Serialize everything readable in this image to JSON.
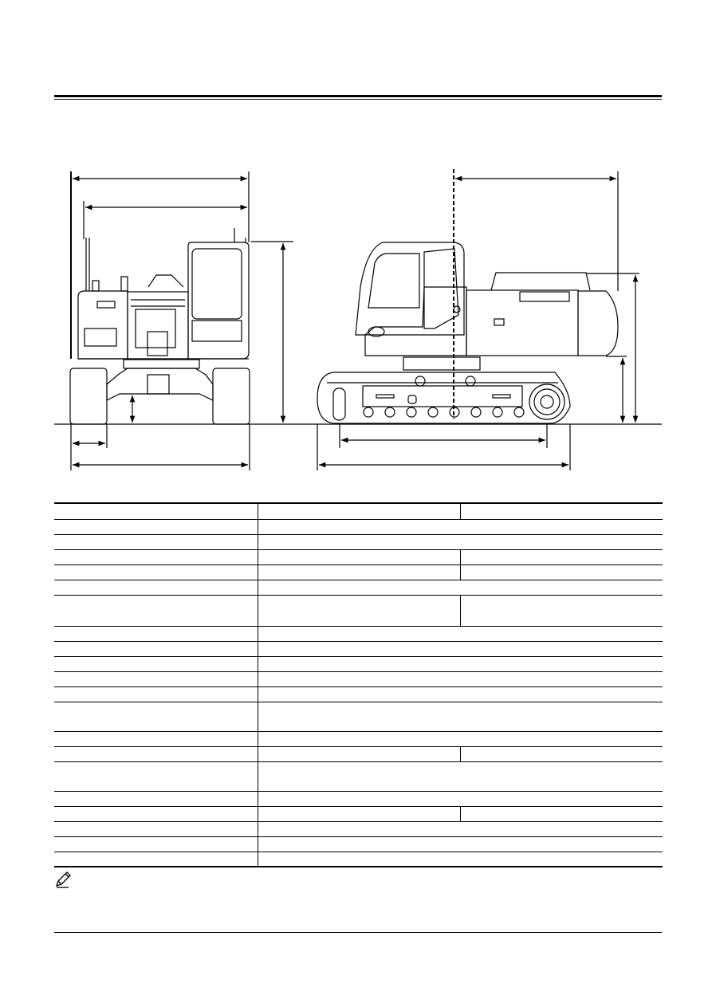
{
  "page": {
    "header_text": "",
    "footer_text": ""
  },
  "drawing": {
    "description_labels": []
  },
  "spec_table": {
    "rows": [
      {
        "h": 20,
        "cells": [
          "",
          "",
          ""
        ]
      },
      {
        "h": 19,
        "cells": [
          "",
          ""
        ]
      },
      {
        "h": 19,
        "cells": [
          "",
          ""
        ]
      },
      {
        "h": 19,
        "cells": [
          "",
          "",
          ""
        ]
      },
      {
        "h": 19,
        "cells": [
          "",
          "",
          ""
        ]
      },
      {
        "h": 19,
        "cells": [
          "",
          ""
        ]
      },
      {
        "h": 39,
        "cells": [
          "",
          "",
          ""
        ]
      },
      {
        "h": 19,
        "cells": [
          "",
          ""
        ]
      },
      {
        "h": 19,
        "cells": [
          "",
          ""
        ]
      },
      {
        "h": 19,
        "cells": [
          "",
          ""
        ]
      },
      {
        "h": 19,
        "cells": [
          "",
          ""
        ]
      },
      {
        "h": 19,
        "cells": [
          "",
          ""
        ]
      },
      {
        "h": 37,
        "cells": [
          "",
          ""
        ]
      },
      {
        "h": 19,
        "cells": [
          "",
          ""
        ]
      },
      {
        "h": 19,
        "cells": [
          "",
          "",
          ""
        ]
      },
      {
        "h": 37,
        "cells": [
          "",
          ""
        ]
      },
      {
        "h": 19,
        "cells": [
          "",
          ""
        ]
      },
      {
        "h": 19,
        "cells": [
          "",
          "",
          ""
        ]
      },
      {
        "h": 19,
        "cells": [
          "",
          ""
        ]
      },
      {
        "h": 19,
        "cells": [
          "",
          ""
        ]
      },
      {
        "h": 19,
        "cells": [
          "",
          ""
        ]
      }
    ]
  },
  "note": {
    "icon": "pencil-note-icon",
    "text": ""
  }
}
